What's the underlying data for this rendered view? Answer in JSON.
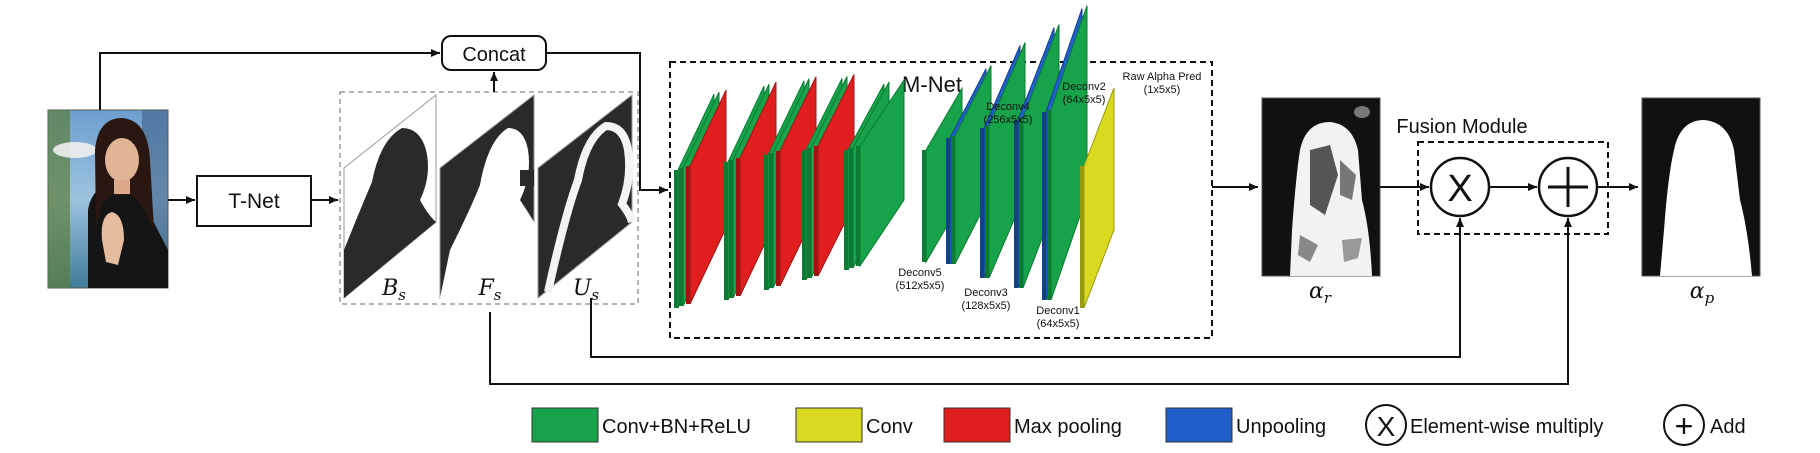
{
  "nodes": {
    "concat": "Concat",
    "tnet": "T-Net",
    "mnet": "M-Net",
    "fusion": "Fusion Module"
  },
  "maps": {
    "bs": "B",
    "fs": "F",
    "us": "U",
    "subscript": "s"
  },
  "layer_labels": {
    "deconv5_name": "Deconv5",
    "deconv5_size": "(512x5x5)",
    "deconv4_name": "Deconv4",
    "deconv4_size": "(256x5x5)",
    "deconv3_name": "Deconv3",
    "deconv3_size": "(128x5x5)",
    "deconv2_name": "Deconv2",
    "deconv2_size": "(64x5x5)",
    "deconv1_name": "Deconv1",
    "deconv1_size": "(64x5x5)",
    "raw_name": "Raw Alpha Pred",
    "raw_size": "(1x5x5)"
  },
  "ops": {
    "multiply_symbol": "X",
    "add_symbol": "+"
  },
  "alphas": {
    "alpha": "α",
    "r": "r",
    "p": "p"
  },
  "legend": {
    "conv_bn_relu": "Conv+BN+ReLU",
    "conv": "Conv",
    "max_pooling": "Max pooling",
    "unpooling": "Unpooling",
    "multiply_symbol": "X",
    "element_wise_multiply": "Element-wise multiply",
    "add_symbol": "+",
    "add": "Add"
  },
  "colors": {
    "conv_bn_relu": "#17a34a",
    "conv": "#d9d920",
    "max_pooling": "#e01e1e",
    "unpooling": "#1f5fc9",
    "conv_side": "#0c7a33",
    "pool_side": "#a01414",
    "unpool_side": "#143f8a",
    "conv_side_light": "#9a9a10"
  }
}
